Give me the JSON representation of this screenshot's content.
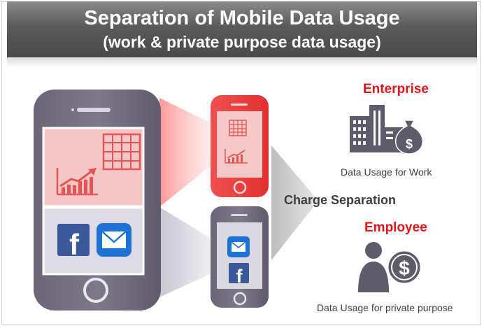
{
  "title": {
    "line1": "Separation of Mobile Data Usage",
    "line2": "(work & private purpose data usage)"
  },
  "middle_label": "Charge Separation",
  "enterprise": {
    "title": "Enterprise",
    "description": "Data Usage for Work",
    "icon": "buildings-money-bag-icon"
  },
  "employee": {
    "title": "Employee",
    "description": "Data Usage for private purpose",
    "icon": "person-dollar-coin-icon"
  },
  "colors": {
    "work_accent": "#e3141c",
    "phone_body": "#6e6a7c",
    "work_phone": "#ee3b3b",
    "facebook": "#3b5998",
    "mail": "#1e72d6"
  },
  "icons": [
    "calendar-icon",
    "growth-chart-icon",
    "facebook-icon",
    "mail-icon"
  ]
}
